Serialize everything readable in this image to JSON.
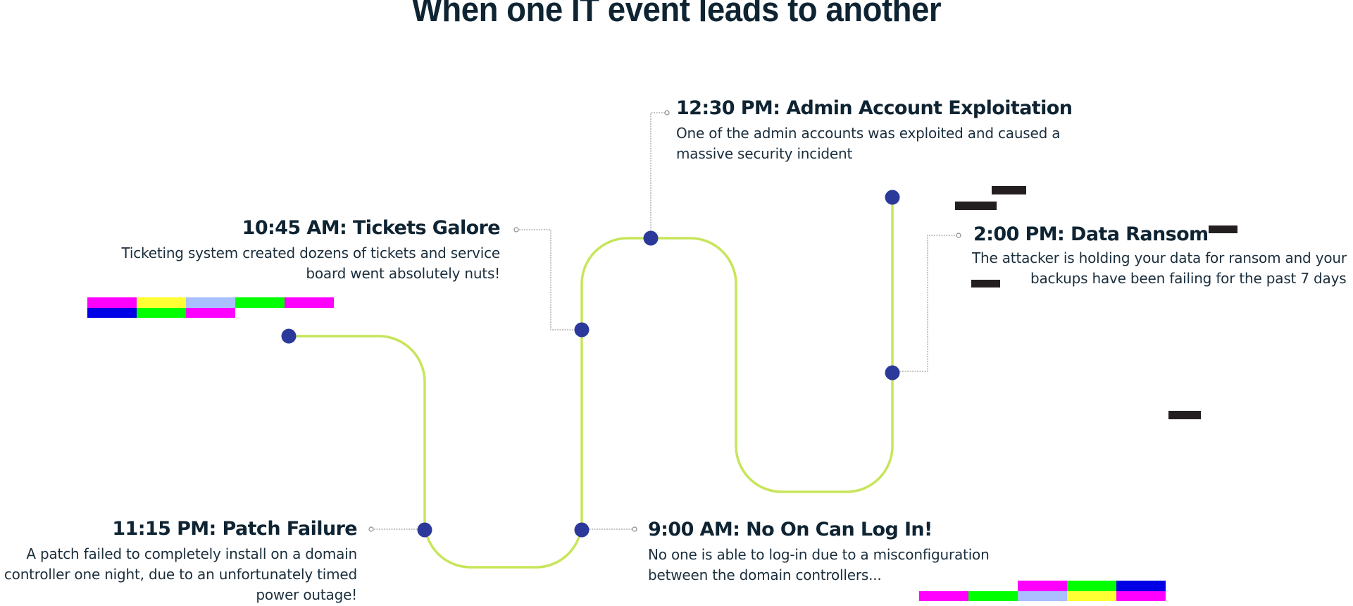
{
  "title": "When one IT event leads to another",
  "colors": {
    "path": "#c7e55a",
    "node": "#2b3a9a",
    "connector": "#8a8a8a",
    "text": "#0f2433",
    "redaction": "#231f20"
  },
  "events": [
    {
      "heading": "11:15 PM: Patch Failure",
      "body": "A patch failed to completely install on a domain controller one night, due to an unfortunately timed power outage!"
    },
    {
      "heading": "9:00 AM: No On Can Log In!",
      "body": "No one is able to log-in due to a misconfiguration between the domain controllers..."
    },
    {
      "heading": "10:45 AM: Tickets Galore",
      "body": "Ticketing system created dozens of tickets and service board went absolutely nuts!"
    },
    {
      "heading": "12:30 PM: Admin Account Exploitation",
      "body": "One of the admin accounts was exploited and caused a massive security incident"
    },
    {
      "heading": "2:00 PM: Data Ransom",
      "body_line1": "The attacker is holding your data for ransom and your",
      "body_line2": "backups have been failing for the past 7 days"
    }
  ],
  "color_strips": {
    "top_left": {
      "row1": [
        "#ff00ff",
        "#ffff33",
        "#aabfff",
        "#00ff00",
        "#ff00ff"
      ],
      "row2": [
        "#0000e6",
        "#00ff00",
        "#ff00ff"
      ]
    },
    "bottom_right": {
      "row1": [
        "",
        "",
        "#ff00ff",
        "#00ff00",
        "#0000e6"
      ],
      "row2": [
        "#ff00ff",
        "#00ff00",
        "#aabfff",
        "#ffff33",
        "#ff00ff"
      ]
    }
  }
}
